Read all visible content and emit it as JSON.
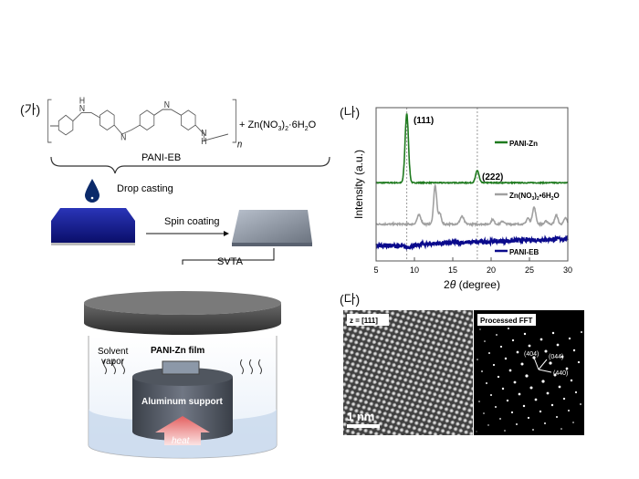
{
  "panel_a": {
    "label": "(가)",
    "polymer_name": "PANI-EB",
    "reagent_prefix": "+ Zn(NO",
    "reagent_sub1": "3",
    "reagent_mid": ")",
    "reagent_sub2": "2",
    "reagent_suffix": "·6H",
    "reagent_sub3": "2",
    "reagent_end": "O",
    "subscript_n": "n",
    "atom_N": "N",
    "atom_H": "H",
    "drop_casting": "Drop casting",
    "spin_coating": "Spin coating",
    "svta": "SVTA",
    "solvent_vapor_1": "Solvent",
    "solvent_vapor_2": "vapor",
    "film_label": "PANI-Zn film",
    "support_label": "Aluminum support",
    "heat_label": "heat"
  },
  "panel_b": {
    "label": "(나)"
  },
  "panel_c": {
    "label": "(다)",
    "zone_axis": "z = [111]",
    "scale_bar": "1 nm",
    "fft_title": "Processed  FFT",
    "spots": [
      "(404)",
      "(044)",
      "(440)"
    ]
  },
  "chart_data": {
    "type": "line",
    "xlabel_prefix": "2",
    "xlabel_theta": "θ",
    "xlabel_suffix": " (degree)",
    "ylabel": "Intensity (a.u.)",
    "xlim": [
      5,
      30
    ],
    "ylim": [
      0,
      100
    ],
    "xticks": [
      5,
      10,
      15,
      20,
      25,
      30
    ],
    "grid": false,
    "reference_lines_x": [
      9.0,
      18.2
    ],
    "legend_placement": "inline-right",
    "series": [
      {
        "name": "PANI-Zn",
        "color": "#1e7a1e",
        "baseline": 51,
        "slope": 0,
        "peaks": [
          {
            "x": 9.0,
            "h": 45,
            "w": 0.22,
            "label": "(111)"
          },
          {
            "x": 18.2,
            "h": 8,
            "w": 0.22,
            "label": "(222)"
          }
        ],
        "noise": 0.3
      },
      {
        "name": "Zn(NO3)2·6H2O",
        "legend_main": "Zn(NO",
        "legend_s1": "3",
        "legend_m": ")",
        "legend_s2": "2",
        "legend_m2": "•6H",
        "legend_s3": "2",
        "legend_e": "O",
        "color": "#a0a0a0",
        "baseline": 24,
        "slope": 0,
        "peaks": [
          {
            "x": 10.6,
            "h": 6,
            "w": 0.25
          },
          {
            "x": 12.7,
            "h": 25,
            "w": 0.2
          },
          {
            "x": 13.3,
            "h": 7,
            "w": 0.2
          },
          {
            "x": 16.2,
            "h": 5,
            "w": 0.25
          },
          {
            "x": 20.2,
            "h": 3,
            "w": 0.2
          },
          {
            "x": 21.5,
            "h": 2,
            "w": 0.2
          },
          {
            "x": 24.8,
            "h": 4,
            "w": 0.2
          },
          {
            "x": 25.6,
            "h": 11,
            "w": 0.22
          },
          {
            "x": 27.2,
            "h": 2,
            "w": 0.2
          },
          {
            "x": 28.5,
            "h": 6,
            "w": 0.2
          },
          {
            "x": 29.7,
            "h": 4,
            "w": 0.2
          }
        ],
        "noise": 0.5
      },
      {
        "name": "PANI-EB",
        "color": "#0a0a8c",
        "baseline": 10,
        "slope": 0.18,
        "peaks": [
          {
            "x": 9.0,
            "h": -1.5,
            "w": 1.2
          }
        ],
        "noise": 1.4
      }
    ]
  }
}
